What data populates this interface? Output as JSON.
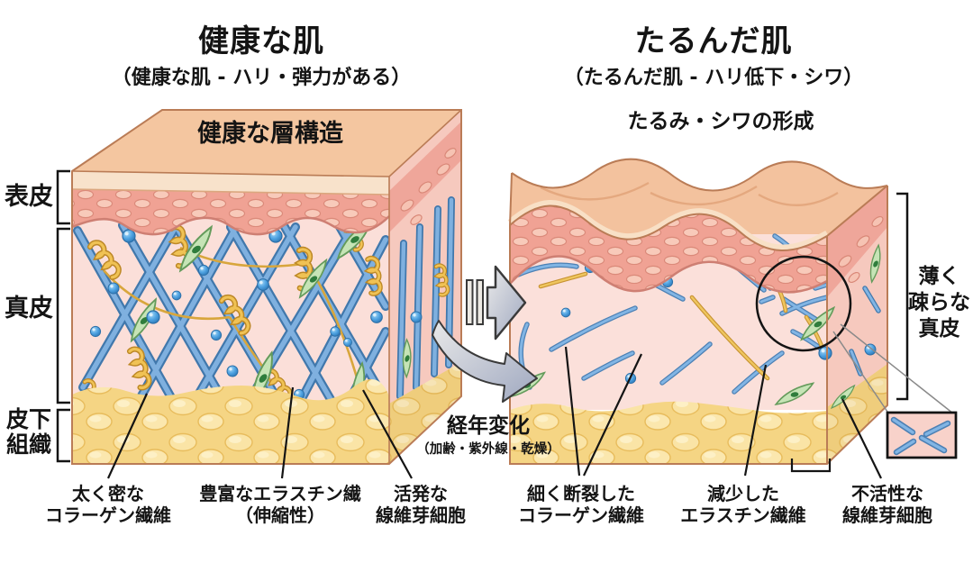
{
  "left_panel": {
    "title": "健康な肌",
    "subtitle": "（健康な肌 - ハリ・弾力がある）",
    "block_caption": "健康な層構造",
    "layers": {
      "epidermis": "表皮",
      "dermis": "真皮",
      "subcutaneous": "皮下\n組織"
    },
    "callouts": [
      {
        "label": "太く密な\nコラーゲン繊維"
      },
      {
        "label": "豊富なエラスチン繊\n（伸縮性）"
      },
      {
        "label": "活発な\n線維芽細胞"
      }
    ]
  },
  "center": {
    "aging_label": "経年変化",
    "aging_sublabel": "（加齢・紫外線・乾燥）"
  },
  "right_panel": {
    "title": "たるんだ肌",
    "subtitle": "（たるんだ肌 - ハリ低下・シワ）",
    "block_caption": "たるみ・シワの形成",
    "side_label": "薄く\n疎らな\n真皮",
    "callouts": [
      {
        "label": "細く断裂した\nコラーゲン繊維"
      },
      {
        "label": "減少した\nエラスチン繊維"
      },
      {
        "label": "不活性な\n線維芽細胞"
      }
    ]
  },
  "legend_colors": {
    "collagen_fiber_blue": "#5E9BD3",
    "elastin_fiber_yellow": "#EDC155",
    "fibroblast_green": "#9CCB8F",
    "subcutaneous_fat_yellow": "#F5D584",
    "epidermis_pink": "#F0A294",
    "dermis_pink": "#FBDFD9",
    "surface_tan": "#F3C29E"
  }
}
